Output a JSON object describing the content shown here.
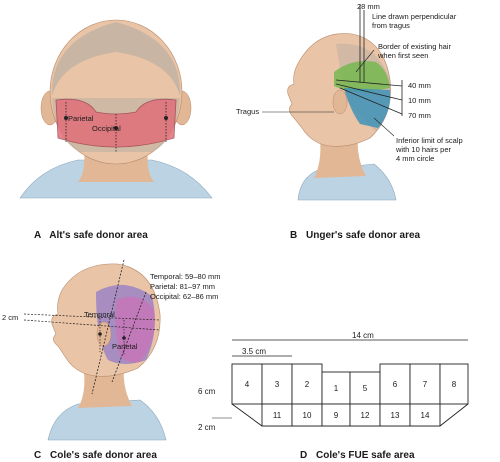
{
  "panels": {
    "a": {
      "letter": "A",
      "caption": "Alt's safe donor area",
      "labels": {
        "parietal": "Parietal",
        "occipital": "Occipital"
      }
    },
    "b": {
      "letter": "B",
      "caption": "Unger's safe donor area",
      "labels": {
        "mm28": "28 mm",
        "perp_line_1": "Line drawn perpendicular",
        "perp_line_2": "from tragus",
        "border_1": "Border of existing hair",
        "border_2": "when first seen",
        "mm40": "40 mm",
        "mm10": "10 mm",
        "mm70": "70 mm",
        "tragus": "Tragus",
        "inferior_1": "Inferior limit of scalp",
        "inferior_2": "with 10 hairs per",
        "inferior_3": "4 mm circle"
      }
    },
    "c": {
      "letter": "C",
      "caption": "Cole's safe donor area",
      "labels": {
        "temporal_range": "Temporal: 59–80 mm",
        "parietal_range": "Parietal: 81–97 mm",
        "occipital_range": "Occipital: 62–86 mm",
        "cm2": "2 cm",
        "temporal": "Temporal",
        "parietal": "Parietal"
      }
    },
    "d": {
      "letter": "D",
      "caption": "Cole's FUE safe area",
      "labels": {
        "cm14": "14 cm",
        "cm35": "3.5 cm",
        "cm6": "6 cm",
        "cm2": "2 cm"
      },
      "top_boxes": [
        "4",
        "3",
        "2",
        "1",
        "5",
        "6",
        "7",
        "8"
      ],
      "bottom_boxes": [
        "11",
        "10",
        "9",
        "12",
        "13",
        "14"
      ]
    }
  },
  "colors": {
    "skin": "#e9c4a6",
    "skin_shadow": "#d9a98a",
    "hair": "#b9aea3",
    "shirt": "#bcd3e4",
    "pink_zone": "#e0707a",
    "green_zone": "#6fb84b",
    "blue_zone": "#3f93b8",
    "purple_zone": "#9b84c4",
    "magenta_zone": "#d76ab2"
  }
}
